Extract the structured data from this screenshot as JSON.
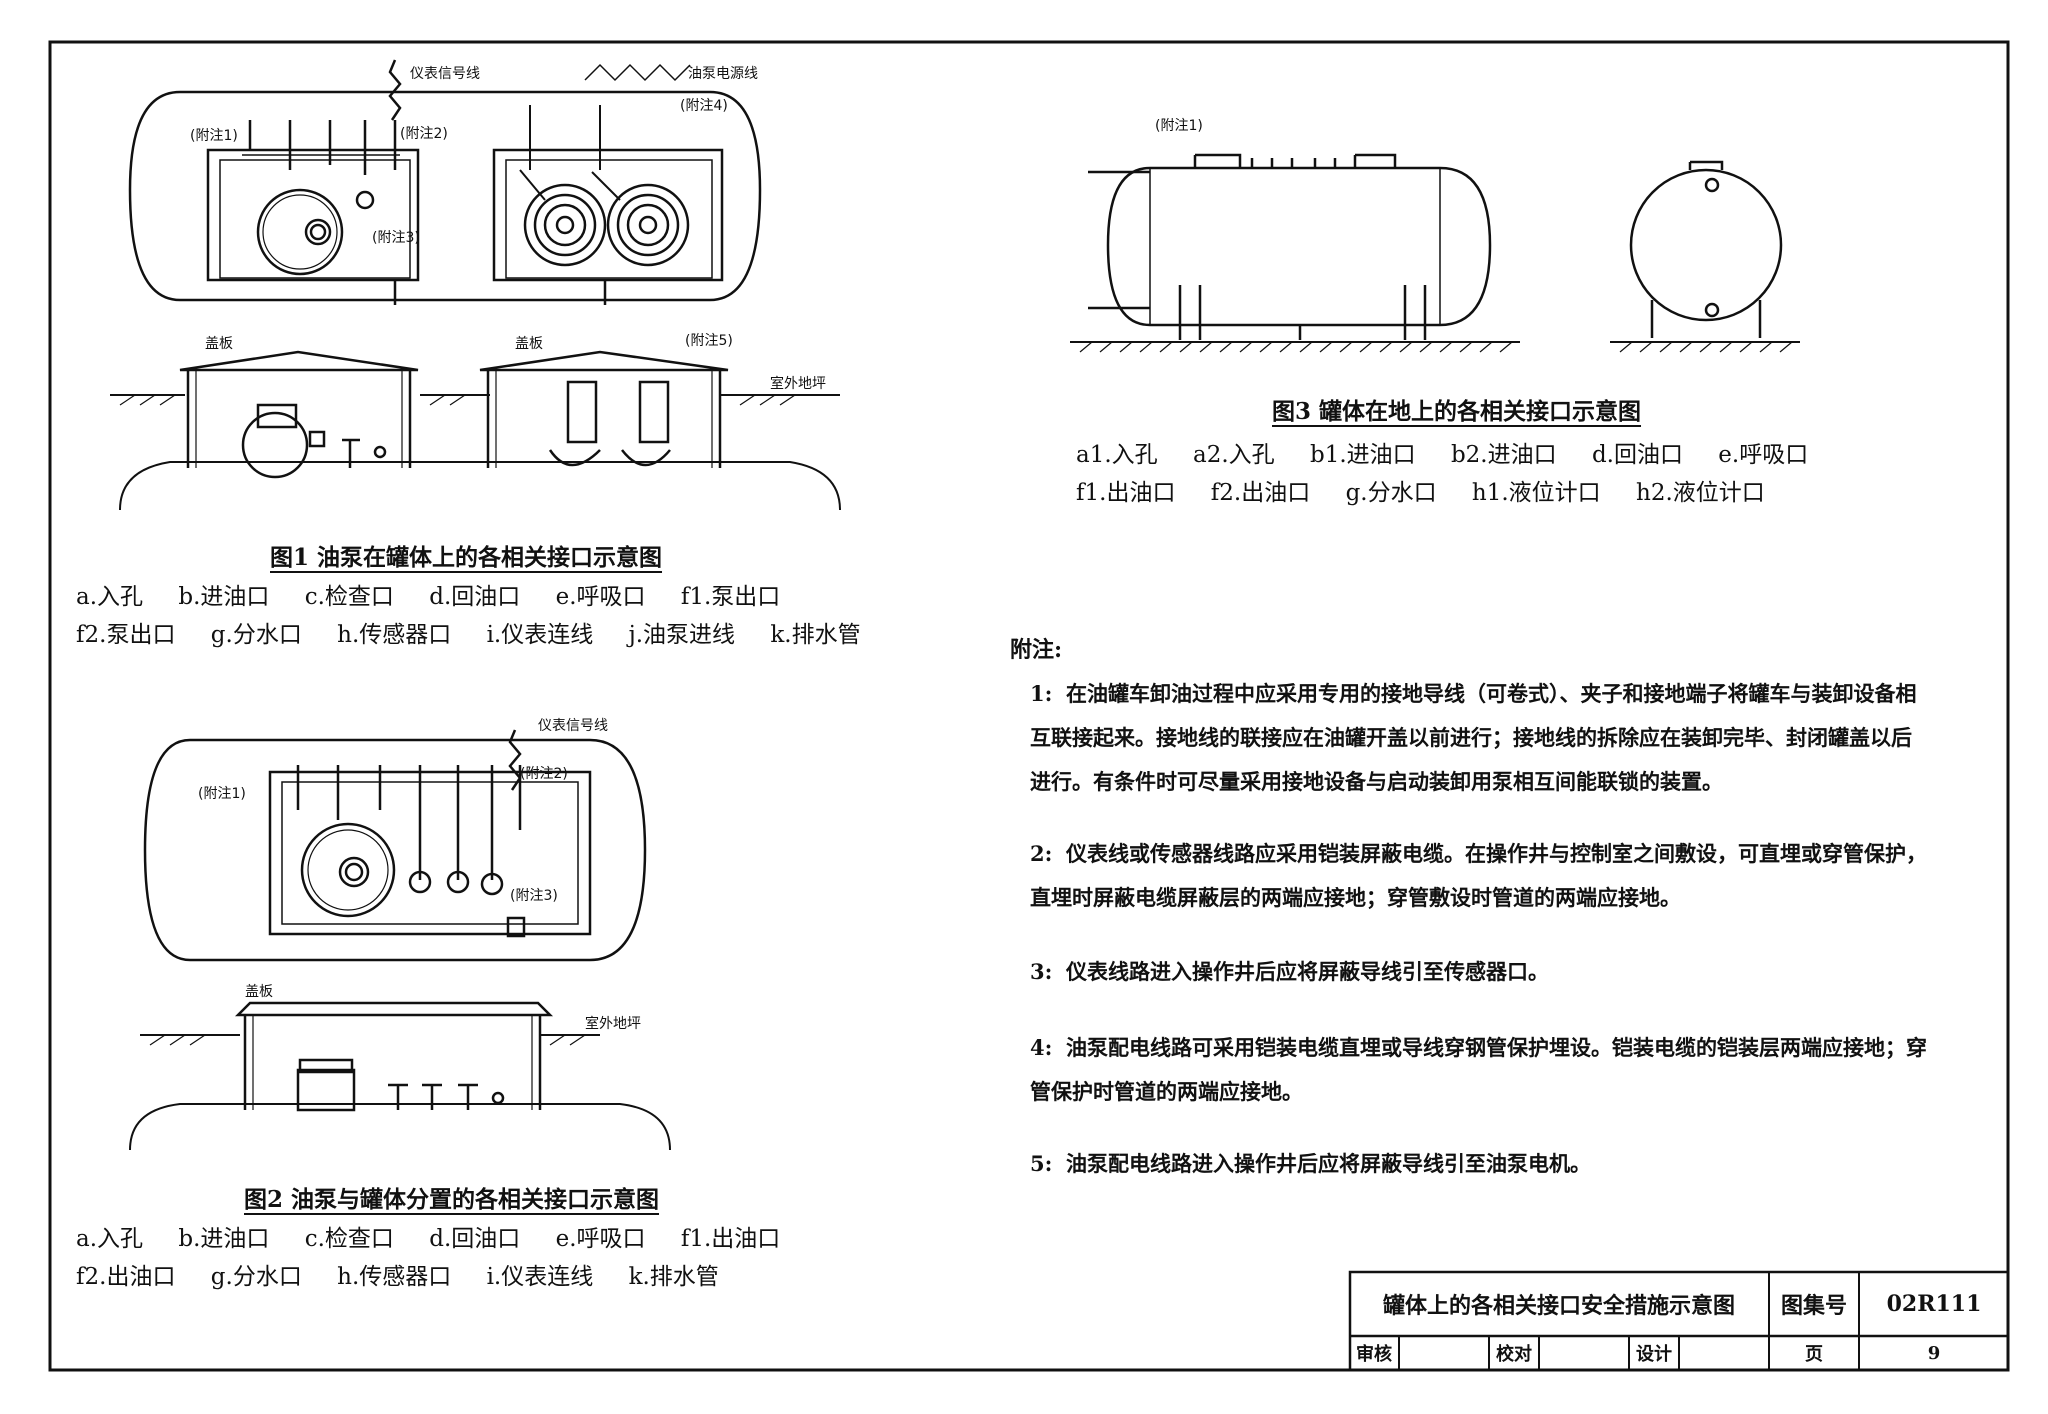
{
  "fig1": {
    "caption": "图1  油泵在罐体上的各相关接口示意图",
    "legend_row1": [
      "a.入孔",
      "b.进油口",
      "c.检查口",
      "d.回油口",
      "e.呼吸口",
      "f1.泵出口"
    ],
    "legend_row2": [
      "f2.泵出口",
      "g.分水口",
      "h.传感器口",
      "i.仪表连线",
      "j.油泵进线",
      "k.排水管"
    ],
    "labels": {
      "signal_line": "仪表信号线",
      "pump_power_line": "油泵电源线",
      "note1": "(附注1)",
      "note2": "(附注2)",
      "note3": "(附注3)",
      "note4": "(附注4)",
      "note5": "(附注5)",
      "cover": "盖板",
      "ground": "室外地坪"
    }
  },
  "fig2": {
    "caption": "图2  油泵与罐体分置的各相关接口示意图",
    "legend_row1": [
      "a.入孔",
      "b.进油口",
      "c.检查口",
      "d.回油口",
      "e.呼吸口",
      "f1.出油口"
    ],
    "legend_row2": [
      "f2.出油口",
      "g.分水口",
      "h.传感器口",
      "i.仪表连线",
      "k.排水管"
    ],
    "labels": {
      "signal_line": "仪表信号线",
      "note1": "(附注1)",
      "note2": "(附注2)",
      "note3": "(附注3)",
      "cover": "盖板",
      "ground": "室外地坪"
    }
  },
  "fig3": {
    "caption": "图3  罐体在地上的各相关接口示意图",
    "legend_row1": [
      "a1.入孔",
      "a2.入孔",
      "b1.进油口",
      "b2.进油口",
      "d.回油口",
      "e.呼吸口"
    ],
    "legend_row2": [
      "f1.出油口",
      "f2.出油口",
      "g.分水口",
      "h1.液位计口",
      "h2.液位计口"
    ],
    "labels": {
      "note1": "(附注1)"
    }
  },
  "notes": {
    "title": "附注:",
    "items": [
      {
        "num": "1:",
        "text": "在油罐车卸油过程中应采用专用的接地导线（可卷式）、夹子和接地端子将罐车与装卸设备相互联接起来。接地线的联接应在油罐开盖以前进行；接地线的拆除应在装卸完毕、封闭罐盖以后进行。有条件时可尽量采用接地设备与启动装卸用泵相互间能联锁的装置。"
      },
      {
        "num": "2:",
        "text": "仪表线或传感器线路应采用铠装屏蔽电缆。在操作井与控制室之间敷设，可直埋或穿管保护，直埋时屏蔽电缆屏蔽层的两端应接地；穿管敷设时管道的两端应接地。"
      },
      {
        "num": "3:",
        "text": "仪表线路进入操作井后应将屏蔽导线引至传感器口。"
      },
      {
        "num": "4:",
        "text": "油泵配电线路可采用铠装电缆直埋或导线穿钢管保护埋设。铠装电缆的铠装层两端应接地；穿管保护时管道的两端应接地。"
      },
      {
        "num": "5:",
        "text": "油泵配电线路进入操作井后应将屏蔽导线引至油泵电机。"
      }
    ]
  },
  "title_block": {
    "drawing_title": "罐体上的各相关接口安全措施示意图",
    "atlas_label": "图集号",
    "atlas_no": "02R111",
    "review_label": "审核",
    "check_label": "校对",
    "design_label": "设计",
    "page_label": "页",
    "page_no": "9"
  }
}
